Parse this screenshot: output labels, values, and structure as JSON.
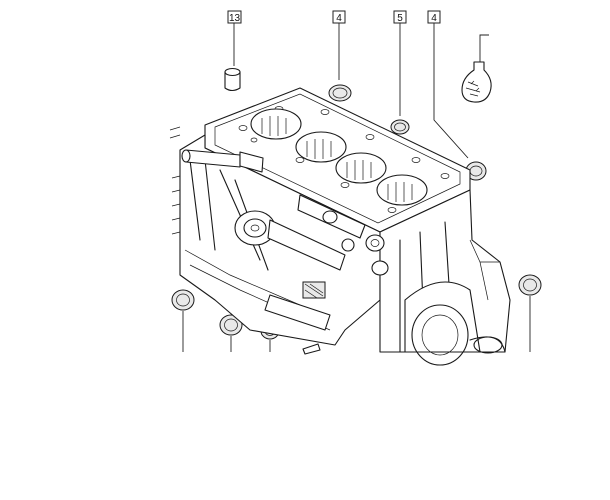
{
  "diagram": {
    "callouts": [
      {
        "id": "c13",
        "label": "13"
      },
      {
        "id": "c4a",
        "label": "4"
      },
      {
        "id": "c5",
        "label": "5"
      },
      {
        "id": "c4b",
        "label": "4"
      }
    ]
  }
}
